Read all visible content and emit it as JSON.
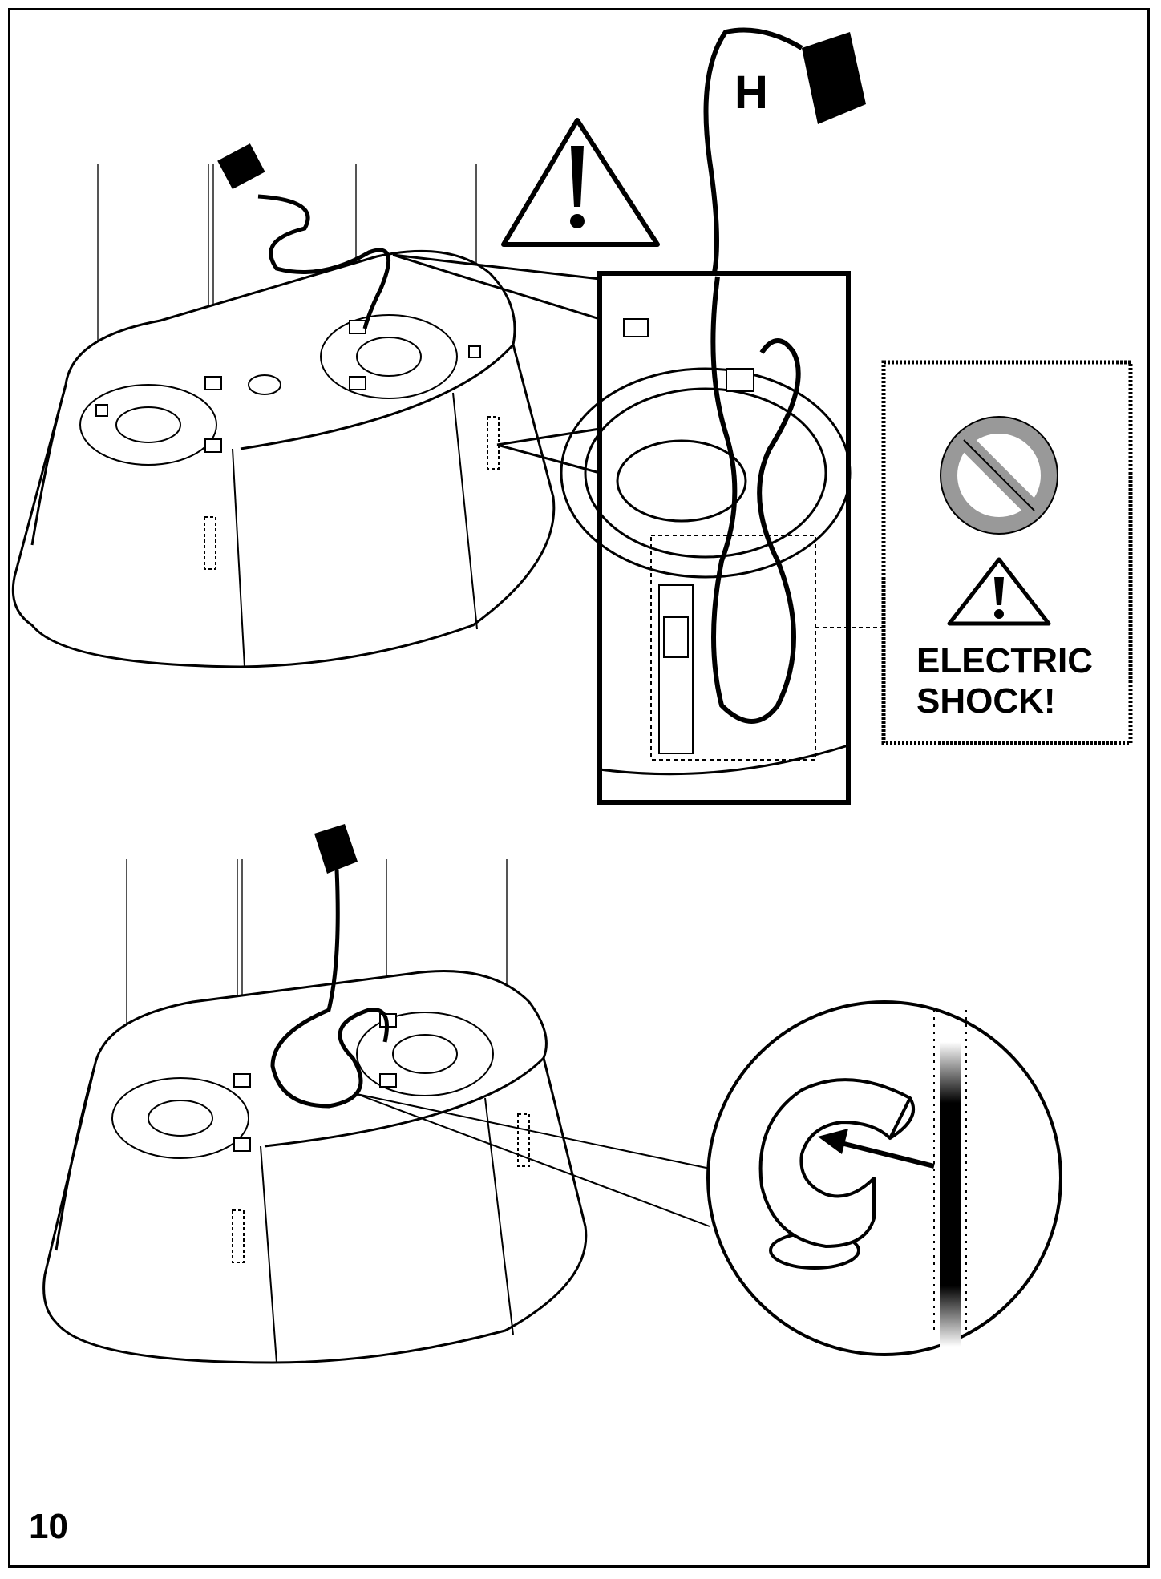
{
  "part_label": "H",
  "warning_text_line1": "ELECTRIC",
  "warning_text_line2": "SHOCK!",
  "page_number": "10"
}
